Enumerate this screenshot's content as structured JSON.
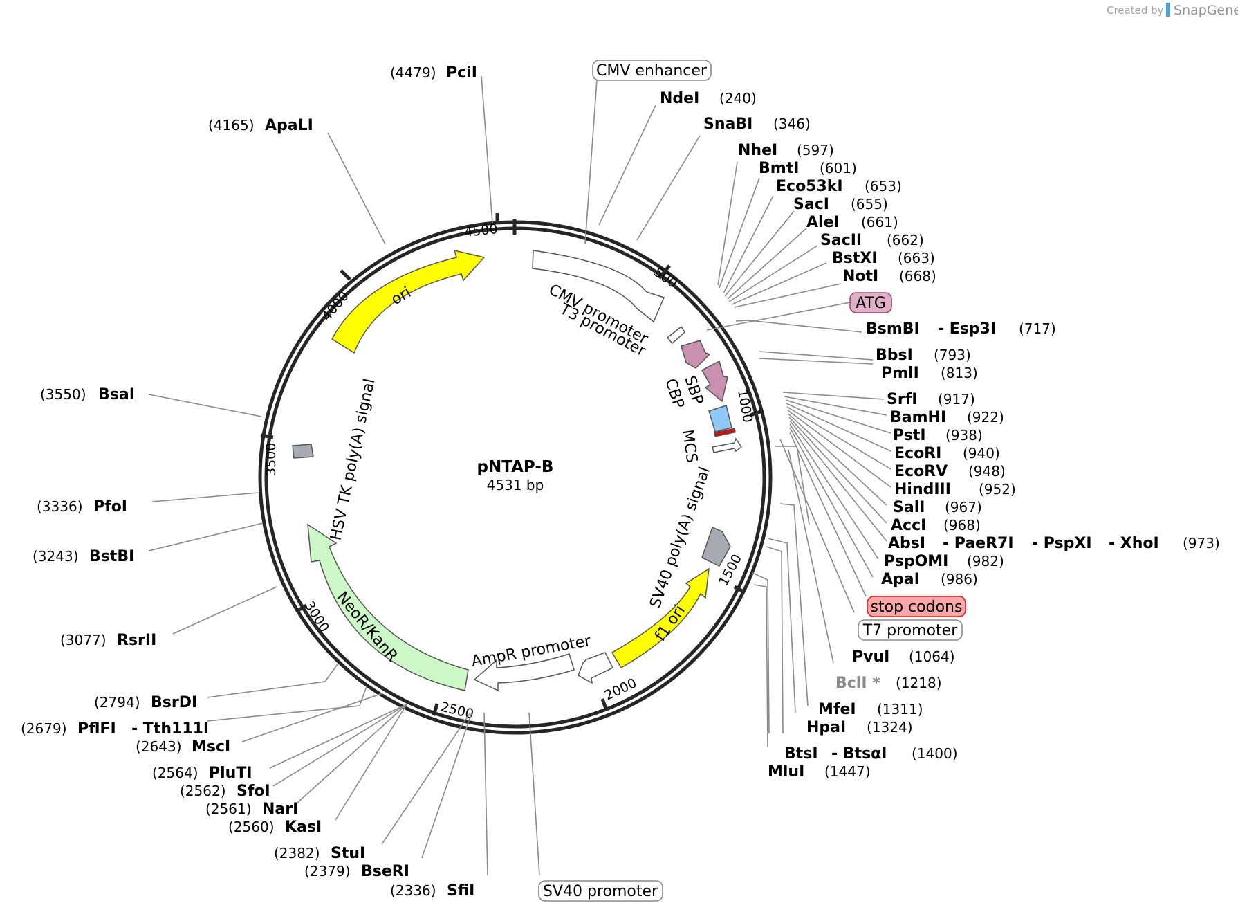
{
  "credit": {
    "prefix": "Created by",
    "brand": "SnapGene"
  },
  "plasmid": {
    "name": "pNTAP-B",
    "size": "4531 bp"
  },
  "ticks": [
    "500",
    "1000",
    "1500",
    "2000",
    "2500",
    "3000",
    "3500",
    "4000",
    "4500"
  ],
  "features": {
    "cmv_enhancer": "CMV enhancer",
    "cmv_promoter": "CMV promoter",
    "t3_promoter": "T3 promoter",
    "sbp": "SBP",
    "cbp": "CBP",
    "mcs": "MCS",
    "sv40_polya": "SV40 poly(A) signal",
    "f1_ori": "f1 ori",
    "ampr_promoter": "AmpR promoter",
    "neo_kan": "NeoR/KanR",
    "hsv_tk_polya": "HSV TK poly(A) signal",
    "ori": "ori",
    "atg": "ATG",
    "stop_codons": "stop codons",
    "t7_promoter": "T7 promoter",
    "sv40_promoter": "SV40 promoter"
  },
  "enzymes": {
    "ndei": {
      "name": "NdeI",
      "pos": "(240)"
    },
    "snabi": {
      "name": "SnaBI",
      "pos": "(346)"
    },
    "nhei": {
      "name": "NheI",
      "pos": "(597)"
    },
    "bmti": {
      "name": "BmtI",
      "pos": "(601)"
    },
    "eco53ki": {
      "name": "Eco53kI",
      "pos": "(653)"
    },
    "saci": {
      "name": "SacI",
      "pos": "(655)"
    },
    "alei": {
      "name": "AleI",
      "pos": "(661)"
    },
    "sacii": {
      "name": "SacII",
      "pos": "(662)"
    },
    "bstxi": {
      "name": "BstXI",
      "pos": "(663)"
    },
    "noti": {
      "name": "NotI",
      "pos": "(668)"
    },
    "bsmbi": {
      "name": "BsmBI",
      "name2": "Esp3I",
      "pos": "(717)"
    },
    "bbsi": {
      "name": "BbsI",
      "pos": "(793)"
    },
    "pmli": {
      "name": "PmlI",
      "pos": "(813)"
    },
    "srfi": {
      "name": "SrfI",
      "pos": "(917)"
    },
    "bamhi": {
      "name": "BamHI",
      "pos": "(922)"
    },
    "psti": {
      "name": "PstI",
      "pos": "(938)"
    },
    "ecori": {
      "name": "EcoRI",
      "pos": "(940)"
    },
    "ecorv": {
      "name": "EcoRV",
      "pos": "(948)"
    },
    "hindiii": {
      "name": "HindIII",
      "pos": "(952)"
    },
    "sali": {
      "name": "SalI",
      "pos": "(967)"
    },
    "acci": {
      "name": "AccI",
      "pos": "(968)"
    },
    "absi": {
      "name": "AbsI",
      "name2": "PaeR7I",
      "name3": "PspXI",
      "name4": "XhoI",
      "pos": "(973)"
    },
    "pspomi": {
      "name": "PspOMI",
      "pos": "(982)"
    },
    "apai": {
      "name": "ApaI",
      "pos": "(986)"
    },
    "pvui": {
      "name": "PvuI",
      "pos": "(1064)"
    },
    "bcli": {
      "name": "BclI *",
      "pos": "(1218)"
    },
    "mfei": {
      "name": "MfeI",
      "pos": "(1311)"
    },
    "hpai": {
      "name": "HpaI",
      "pos": "(1324)"
    },
    "btsi": {
      "name": "BtsI",
      "name2": "BtsαI",
      "pos": "(1400)"
    },
    "mlui": {
      "name": "MluI",
      "pos": "(1447)"
    },
    "pcii": {
      "name": "PciI",
      "pos": "(4479)"
    },
    "apali": {
      "name": "ApaLI",
      "pos": "(4165)"
    },
    "bsai": {
      "name": "BsaI",
      "pos": "(3550)"
    },
    "pfoi": {
      "name": "PfoI",
      "pos": "(3336)"
    },
    "bstbi": {
      "name": "BstBI",
      "pos": "(3243)"
    },
    "rsrii": {
      "name": "RsrII",
      "pos": "(3077)"
    },
    "bsrdi": {
      "name": "BsrDI",
      "pos": "(2794)"
    },
    "pflfi": {
      "name": "PflFI",
      "name2": "Tth111I",
      "pos": "(2679)"
    },
    "msci": {
      "name": "MscI",
      "pos": "(2643)"
    },
    "pluti": {
      "name": "PluTI",
      "pos": "(2564)"
    },
    "sfoi": {
      "name": "SfoI",
      "pos": "(2562)"
    },
    "nari": {
      "name": "NarI",
      "pos": "(2561)"
    },
    "kasi": {
      "name": "KasI",
      "pos": "(2560)"
    },
    "stui": {
      "name": "StuI",
      "pos": "(2382)"
    },
    "bseri": {
      "name": "BseRI",
      "pos": "(2379)"
    },
    "sfii": {
      "name": "SfiI",
      "pos": "(2336)"
    }
  },
  "colors": {
    "ori": "#ffff00",
    "f1_ori": "#ffff00",
    "neo_kan": "#ccf8c8",
    "sbp_cbp": "#c990b0",
    "mcs_box": "#8fc8f4",
    "polya": "#a6aab2",
    "atg_bg": "#e0b0c8",
    "stop_bg": "#f8a8a8",
    "stop_border": "#e02020"
  }
}
